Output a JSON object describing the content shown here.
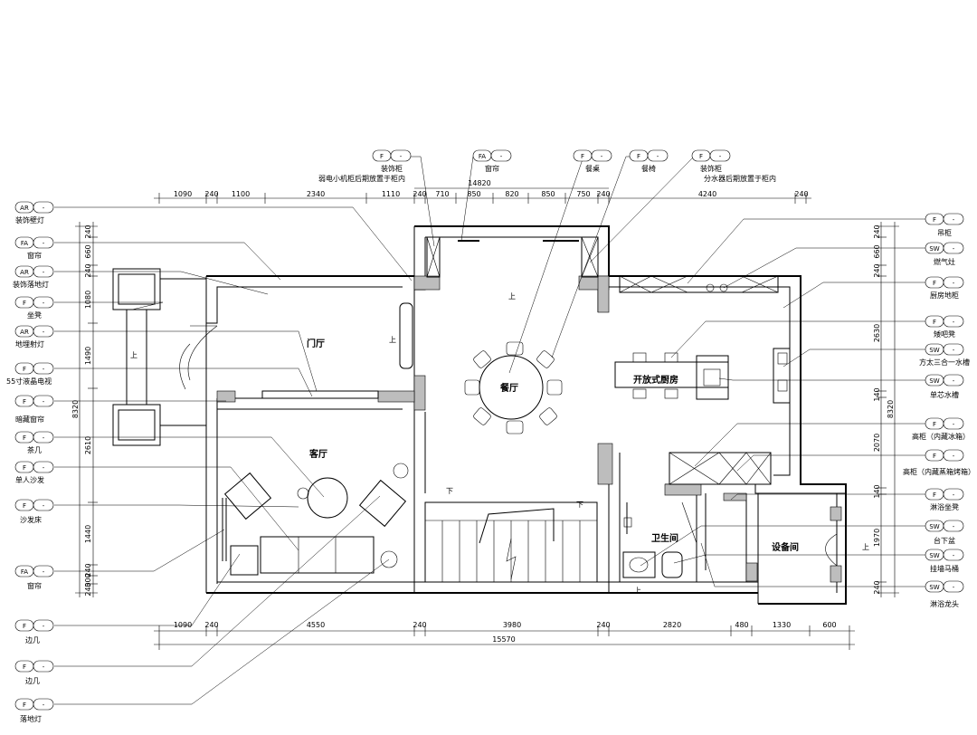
{
  "plan": {
    "dims_top_row": [
      "1090",
      "240",
      "1100",
      "2340",
      "1110",
      "240",
      "710",
      "850",
      "820",
      "850",
      "750",
      "240",
      "4240",
      "240"
    ],
    "dim_top_total_mid": "14820",
    "dims_bottom_row": [
      "1090",
      "240",
      "4550",
      "240",
      "3980",
      "240",
      "2820",
      "480",
      "1330",
      "600"
    ],
    "dim_bottom_total": "15570",
    "dims_left_col": [
      "240",
      "660",
      "240",
      "1080",
      "1490",
      "2610",
      "1440",
      "240",
      "300",
      "240"
    ],
    "dim_left_total": "8320",
    "dims_right_col": [
      "240",
      "660",
      "240",
      "2630",
      "140",
      "2070",
      "140",
      "1970",
      "240"
    ],
    "dim_right_total": "8320",
    "rooms": {
      "foyer": "门厅",
      "dining": "餐厅",
      "living": "客厅",
      "kitchen": "开放式厨房",
      "bathroom": "卫生间",
      "equipment": "设备间"
    },
    "up_marks": [
      "上",
      "上",
      "上",
      "下",
      "下",
      "上",
      "上"
    ],
    "top_tags": [
      {
        "code": "F",
        "num": "-",
        "label": "装饰柜",
        "note": "弱电小机柜后期放置于柜内"
      },
      {
        "code": "FA",
        "num": "-",
        "label": "窗帘",
        "note": ""
      },
      {
        "code": "F",
        "num": "-",
        "label": "餐桌",
        "note": ""
      },
      {
        "code": "F",
        "num": "-",
        "label": "餐椅",
        "note": ""
      },
      {
        "code": "F",
        "num": "-",
        "label": "装饰柜",
        "note": "分水器后期放置于柜内"
      }
    ],
    "left_tags": [
      {
        "code": "AR",
        "num": "-",
        "label": "装饰壁灯"
      },
      {
        "code": "FA",
        "num": "-",
        "label": "窗帘"
      },
      {
        "code": "AR",
        "num": "-",
        "label": "装饰落地灯"
      },
      {
        "code": "F",
        "num": "-",
        "label": "坐凳"
      },
      {
        "code": "AR",
        "num": "-",
        "label": "地埋射灯"
      },
      {
        "code": "F",
        "num": "-",
        "label": "55寸液晶电视"
      },
      {
        "code": "F",
        "num": "-",
        "label": "暗藏窗帘"
      },
      {
        "code": "F",
        "num": "-",
        "label": "茶几"
      },
      {
        "code": "F",
        "num": "-",
        "label": "单人沙发"
      },
      {
        "code": "F",
        "num": "-",
        "label": "沙发床"
      },
      {
        "code": "FA",
        "num": "-",
        "label": "窗帘"
      },
      {
        "code": "F",
        "num": "-",
        "label": "边几"
      },
      {
        "code": "F",
        "num": "-",
        "label": "边几"
      },
      {
        "code": "F",
        "num": "-",
        "label": "落地灯"
      }
    ],
    "right_tags": [
      {
        "code": "F",
        "num": "-",
        "label": "吊柜"
      },
      {
        "code": "SW",
        "num": "-",
        "label": "燃气灶"
      },
      {
        "code": "F",
        "num": "-",
        "label": "厨房地柜"
      },
      {
        "code": "F",
        "num": "-",
        "label": "矮吧凳"
      },
      {
        "code": "SW",
        "num": "-",
        "label": "方太三合一水槽"
      },
      {
        "code": "SW",
        "num": "-",
        "label": "单芯水槽"
      },
      {
        "code": "F",
        "num": "-",
        "label": "高柜（内藏冰箱）"
      },
      {
        "code": "F",
        "num": "-",
        "label": "高柜（内藏蒸箱烤箱）"
      },
      {
        "code": "F",
        "num": "-",
        "label": "淋浴坐凳"
      },
      {
        "code": "SW",
        "num": "-",
        "label": "台下盆"
      },
      {
        "code": "SW",
        "num": "-",
        "label": "挂墙马桶"
      },
      {
        "code": "SW",
        "num": "-",
        "label": "淋浴龙头"
      }
    ]
  }
}
